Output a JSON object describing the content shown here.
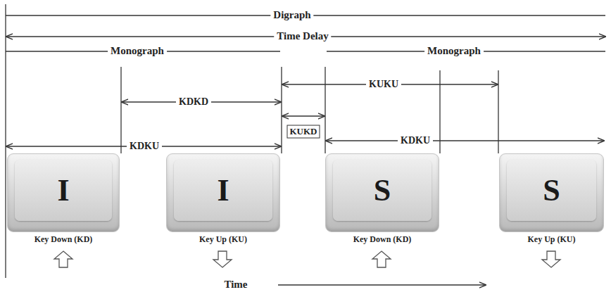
{
  "diagram": {
    "nodes": [
      {
        "text": [
          "I",
          "Key Down (KD)"
        ]
      },
      {
        "text": [
          "I",
          "Key Up (KU)"
        ]
      },
      {
        "text": [
          "S",
          "Key Down (KD)"
        ]
      },
      {
        "text": [
          "S",
          "Key Up (KU)"
        ]
      }
    ],
    "labels": [
      "Digraph",
      "Time Delay",
      "Monograph",
      "Monograph",
      "KDKD",
      "KUKU",
      "KUKD",
      "KDKU",
      "KDKU",
      "Time"
    ]
  }
}
